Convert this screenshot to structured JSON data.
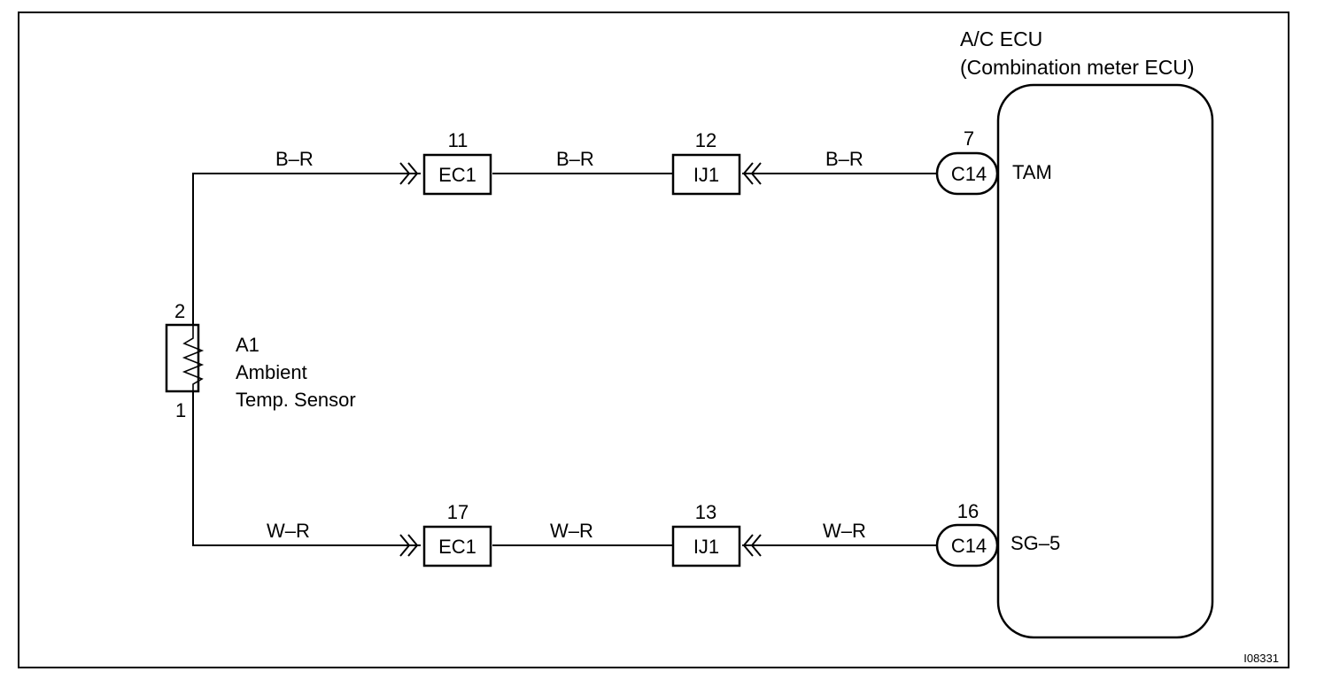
{
  "ecu": {
    "title_line1": "A/C ECU",
    "title_line2": "(Combination meter ECU)",
    "pin_top_label": "TAM",
    "pin_bottom_label": "SG–5"
  },
  "sensor": {
    "id": "A1",
    "name_line1": "Ambient",
    "name_line2": "Temp. Sensor",
    "pin_top": "2",
    "pin_bottom": "1"
  },
  "circuits": [
    {
      "wire_color_1": "B–R",
      "wire_color_2": "B–R",
      "wire_color_3": "B–R",
      "connector_1": {
        "name": "EC1",
        "pin": "11"
      },
      "connector_2": {
        "name": "IJ1",
        "pin": "12"
      },
      "ecu_connector": {
        "name": "C14",
        "pin": "7"
      }
    },
    {
      "wire_color_1": "W–R",
      "wire_color_2": "W–R",
      "wire_color_3": "W–R",
      "connector_1": {
        "name": "EC1",
        "pin": "17"
      },
      "connector_2": {
        "name": "IJ1",
        "pin": "13"
      },
      "ecu_connector": {
        "name": "C14",
        "pin": "16"
      }
    }
  ],
  "figure_code": "I08331"
}
